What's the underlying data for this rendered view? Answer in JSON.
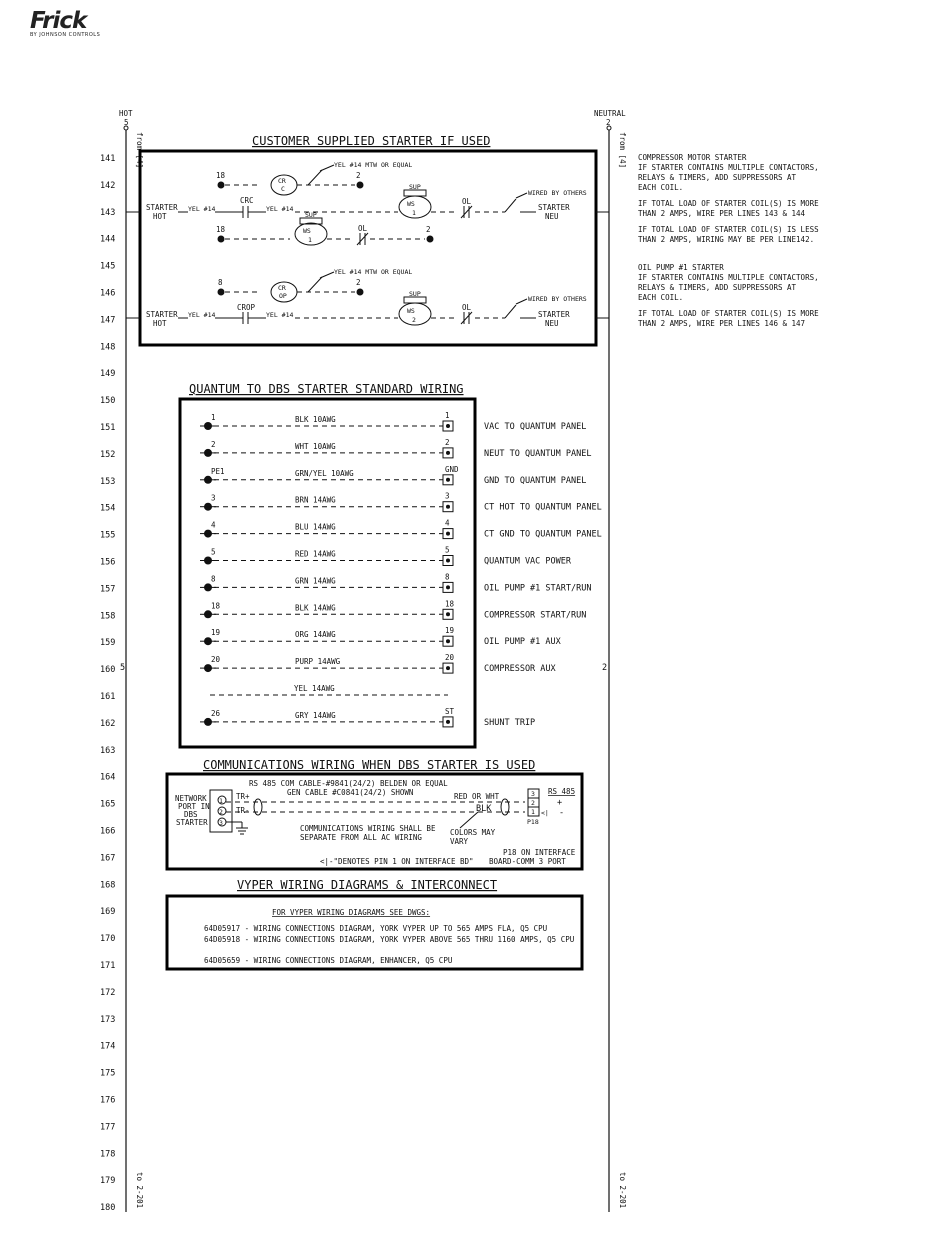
{
  "brand": {
    "name": "Frick",
    "subtitle": "BY JOHNSON CONTROLS"
  },
  "rails": {
    "left_label": "HOT",
    "left_num": "5",
    "right_label": "NEUTRAL",
    "right_num": "2",
    "from_label": "from [4]",
    "to_label": "to 2-201",
    "side_5": "5",
    "side_2": "2"
  },
  "line_numbers": [
    "141",
    "142",
    "143",
    "144",
    "145",
    "146",
    "147",
    "148",
    "149",
    "150",
    "151",
    "152",
    "153",
    "154",
    "155",
    "156",
    "157",
    "158",
    "159",
    "160",
    "161",
    "162",
    "163",
    "164",
    "165",
    "166",
    "167",
    "168",
    "169",
    "170",
    "171",
    "172",
    "173",
    "174",
    "175",
    "176",
    "177",
    "178",
    "179",
    "180"
  ],
  "section1": {
    "title": "CUSTOMER SUPPLIED STARTER IF USED",
    "yel14_eq": "YEL #14 MTW OR EQUAL",
    "n18": "18",
    "n2": "2",
    "n18b": "18",
    "n2b": "2",
    "n8": "8",
    "n2c": "2",
    "n2d": "2",
    "starter_hot": "STARTER",
    "hot": "HOT",
    "starter_neu": "STARTER",
    "neu": "NEU",
    "yel14": "YEL #14",
    "crc": "CRC",
    "crop": "CROP",
    "cr_c": "CR",
    "cr_c2": "C",
    "cr_op": "CR",
    "cr_op2": "OP",
    "ws": "WS",
    "ws1": "1",
    "ws2": "2",
    "sup": "SUP",
    "ol": "OL",
    "wired_by_others": "WIRED BY OTHERS"
  },
  "notes": [
    "COMPRESSOR MOTOR STARTER",
    "IF STARTER CONTAINS MULTIPLE CONTACTORS,",
    "RELAYS & TIMERS, ADD SUPPRESSORS AT",
    "EACH COIL.",
    "IF TOTAL LOAD OF STARTER COIL(S) IS MORE",
    "THAN 2 AMPS, WIRE PER LINES 143 & 144",
    "IF TOTAL LOAD OF STARTER COIL(S) IS LESS",
    "THAN 2 AMPS, WIRING MAY BE PER LINE142.",
    "OIL PUMP #1 STARTER",
    "IF STARTER CONTAINS MULTIPLE CONTACTORS,",
    "RELAYS & TIMERS, ADD SUPPRESSORS AT",
    "EACH COIL.",
    "IF TOTAL LOAD OF STARTER COIL(S) IS MORE",
    "THAN 2 AMPS, WIRE PER LINES 146 & 147"
  ],
  "section2": {
    "title": "QUANTUM TO DBS STARTER STANDARD WIRING",
    "rows": [
      {
        "left": "1",
        "wire": "BLK 10AWG",
        "right": "1",
        "desc": "VAC TO QUANTUM PANEL"
      },
      {
        "left": "2",
        "wire": "WHT 10AWG",
        "right": "2",
        "desc": "NEUT TO QUANTUM PANEL"
      },
      {
        "left": "PE1",
        "wire": "GRN/YEL 10AWG",
        "right": "GND",
        "desc": "GND TO QUANTUM PANEL"
      },
      {
        "left": "3",
        "wire": "BRN 14AWG",
        "right": "3",
        "desc": "CT HOT TO QUANTUM PANEL"
      },
      {
        "left": "4",
        "wire": "BLU 14AWG",
        "right": "4",
        "desc": "CT GND TO QUANTUM PANEL"
      },
      {
        "left": "5",
        "wire": "RED 14AWG",
        "right": "5",
        "desc": "QUANTUM VAC POWER"
      },
      {
        "left": "8",
        "wire": "GRN 14AWG",
        "right": "8",
        "desc": "OIL PUMP #1 START/RUN"
      },
      {
        "left": "18",
        "wire": "BLK 14AWG",
        "right": "18",
        "desc": "COMPRESSOR START/RUN"
      },
      {
        "left": "19",
        "wire": "ORG 14AWG",
        "right": "19",
        "desc": "OIL PUMP #1 AUX"
      },
      {
        "left": "20",
        "wire": "PURP 14AWG",
        "right": "20",
        "desc": "COMPRESSOR AUX"
      },
      {
        "left": "",
        "wire": "YEL 14AWG",
        "right": "",
        "desc": ""
      },
      {
        "left": "26",
        "wire": "GRY 14AWG",
        "right": "ST",
        "desc": "SHUNT TRIP"
      }
    ]
  },
  "section3": {
    "title": "COMMUNICATIONS WIRING WHEN DBS STARTER IS USED",
    "cable1": "RS 485 COM CABLE-#9841(24/2) BELDEN OR EQUAL",
    "cable2": "GEN CABLE #C0841(24/2) SHOWN",
    "network": [
      "NETWORK",
      "PORT IN",
      "DBS",
      "STARTER"
    ],
    "trp": "TR+",
    "trm": "TR-",
    "pin1": "1",
    "pin2": "2",
    "pin3": "3",
    "red_or_wht": "RED OR WHT",
    "blk": "BLK",
    "colors_may": "COLORS MAY",
    "vary": "VARY",
    "comm_note1": "COMMUNICATIONS WIRING SHALL BE",
    "comm_note2": "SEPARATE FROM ALL AC WIRING",
    "term3": "3",
    "term2": "2",
    "term1": "1",
    "rs485": "RS 485",
    "plus": "+",
    "minus": "-",
    "arrow": "<|",
    "p18": "P18",
    "p18_note1": "P18 ON INTERFACE",
    "p18_note2": "BOARD-COMM 3 PORT",
    "pin1_note": "<|-\"DENOTES PIN 1 ON INTERFACE BD\""
  },
  "section4": {
    "title": "VYPER WIRING DIAGRAMS & INTERCONNECT",
    "heading": "FOR VYPER WIRING DIAGRAMS SEE DWGS:",
    "lines": [
      "64D05917 - WIRING CONNECTIONS DIAGRAM, YORK VYPER UP TO 565 AMPS FLA, Q5 CPU",
      "64D05918 - WIRING CONNECTIONS DIAGRAM, YORK VYPER ABOVE 565 THRU 1160 AMPS, Q5 CPU",
      "64D05659 - WIRING CONNECTIONS DIAGRAM, ENHANCER, Q5 CPU"
    ]
  }
}
